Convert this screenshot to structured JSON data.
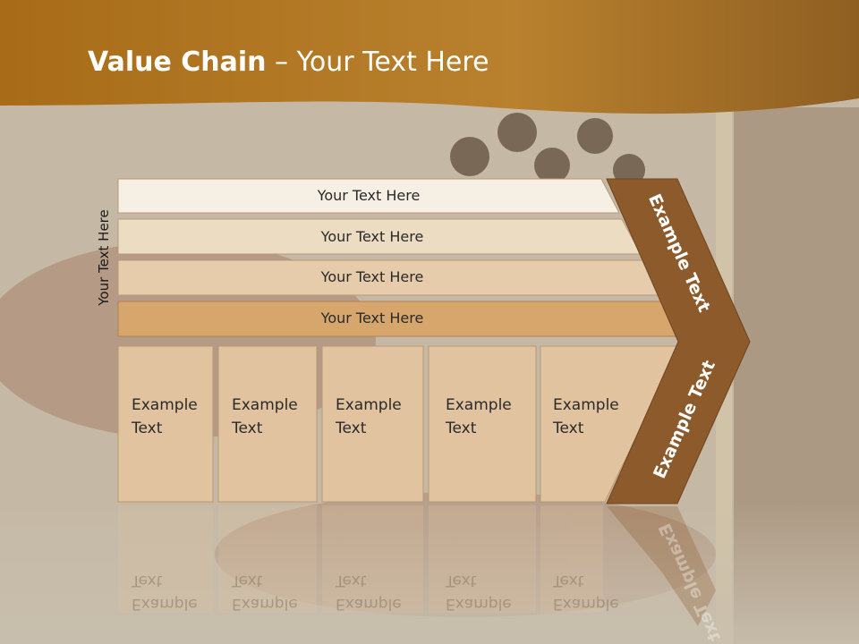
{
  "title": {
    "bold": "Value Chain",
    "rest": " – Your Text Here"
  },
  "side_label": "Your Text Here",
  "rows": [
    "Your Text Here",
    "Your Text Here",
    "Your Text Here",
    "Your Text Here"
  ],
  "cells": [
    {
      "l1": "Example",
      "l2": "Text"
    },
    {
      "l1": "Example",
      "l2": "Text"
    },
    {
      "l1": "Example",
      "l2": "Text"
    },
    {
      "l1": "Example",
      "l2": "Text"
    },
    {
      "l1": "Example",
      "l2": "Text"
    }
  ],
  "arrow": {
    "top_label": "Example Text",
    "bottom_label": "Example Text"
  },
  "colors": {
    "header": "#a8701f",
    "arrow": "#8c5a2b",
    "row1": "#f5efe4",
    "row2": "#ecdcc2",
    "row3": "#e6ccaa",
    "row4": "#d6a66c",
    "cell": "#e2c3a0"
  }
}
